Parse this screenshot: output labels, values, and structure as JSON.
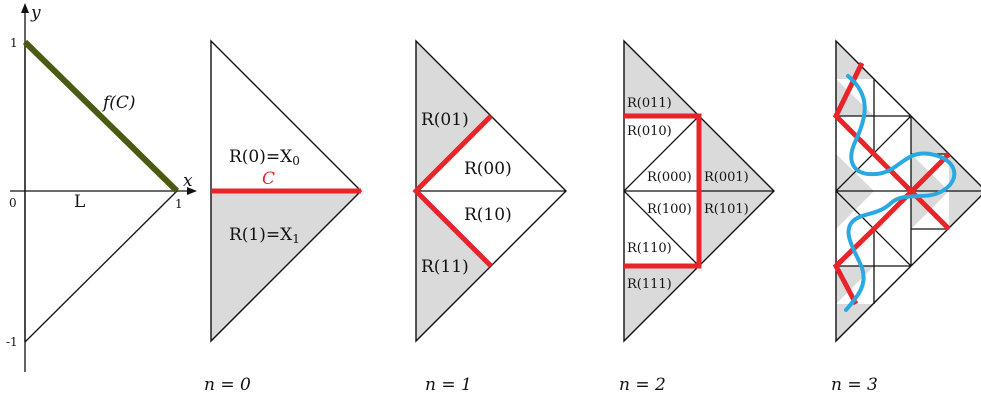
{
  "axes": {
    "x_label": "x",
    "y_label": "y",
    "origin_label": "0",
    "x_tick_1": "1",
    "y_tick_1": "1",
    "y_tick_neg1": "-1",
    "curve_label": "f(C)",
    "l_label": "L"
  },
  "panel0": {
    "top_label": "R(0)=X",
    "top_sub": "0",
    "bottom_label": "R(1)=X",
    "bottom_sub": "1",
    "c_label": "C",
    "caption": "n = 0"
  },
  "panel1": {
    "labels": [
      "R(01)",
      "R(00)",
      "R(10)",
      "R(11)"
    ],
    "caption": "n = 1"
  },
  "panel2": {
    "labels": [
      "R(011)",
      "R(010)",
      "R(000)",
      "R(001)",
      "R(100)",
      "R(101)",
      "R(110)",
      "R(111)"
    ],
    "caption": "n = 2"
  },
  "panel3": {
    "caption": "n = 3"
  },
  "colors": {
    "curve": "#4a5a10",
    "red": "#e8232a",
    "blue": "#29a9e0",
    "shade": "#dadada"
  }
}
